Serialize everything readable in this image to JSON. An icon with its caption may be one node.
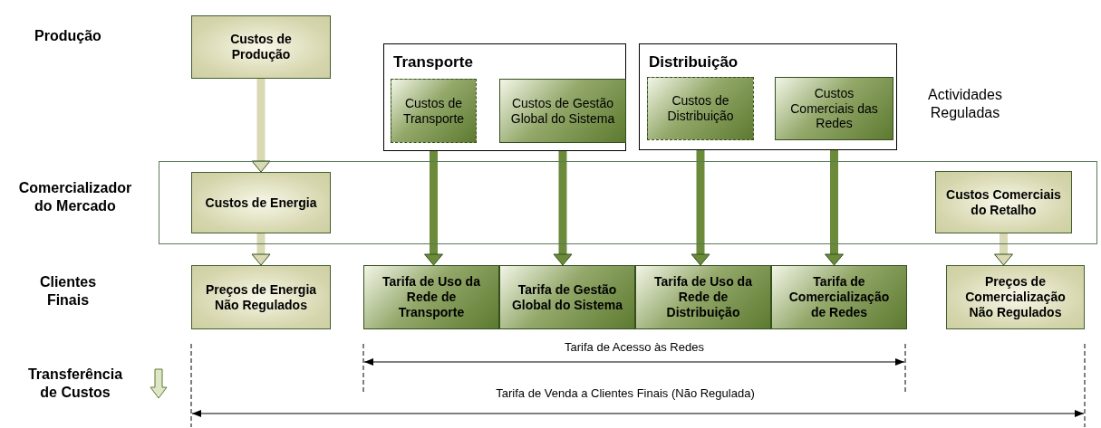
{
  "diagram": {
    "nodes": [
      {
        "text": [
          "Custos de Produção"
        ]
      },
      {
        "text": [
          "Transporte"
        ]
      },
      {
        "text": [
          "Custos de Transporte"
        ],
        "in": 1
      },
      {
        "text": [
          "Custos de Gestão Global do Sistema"
        ],
        "in": 1
      },
      {
        "text": [
          "Distribuição"
        ]
      },
      {
        "text": [
          "Custos de Distribuição"
        ],
        "in": 4
      },
      {
        "text": [
          "Custos Comerciais das Redes"
        ],
        "in": 4
      },
      {
        "text": [],
        "shape": "box"
      },
      {
        "text": [
          "Custos de Energia"
        ],
        "in": 7
      },
      {
        "text": [
          "Custos Comerciais do Retalho"
        ],
        "in": 7
      },
      {
        "text": [
          "Preços de Energia Não Regulados"
        ]
      },
      {
        "text": [
          "Tarifa de Uso da Rede de Transporte"
        ]
      },
      {
        "text": [
          "Tarifa de Gestão Global do Sistema"
        ]
      },
      {
        "text": [
          "Tarifa de Uso da Rede de Distribuição"
        ]
      },
      {
        "text": [
          "Tarifa de Comercialização de Redes"
        ]
      },
      {
        "text": [
          "Preços de Comercialização Não Regulados"
        ]
      }
    ],
    "edges": [
      {
        "from": 0,
        "to": 8,
        "arrow": "to",
        "color": "#d9d9b3"
      },
      {
        "from": 8,
        "to": 10,
        "arrow": "to",
        "color": "#d9d9b3"
      },
      {
        "from": 2,
        "to": 11,
        "arrow": "to"
      },
      {
        "from": 3,
        "to": 12,
        "arrow": "to"
      },
      {
        "from": 5,
        "to": 13,
        "arrow": "to"
      },
      {
        "from": 6,
        "to": 14,
        "arrow": "to"
      },
      {
        "from": 9,
        "to": 15,
        "arrow": "to",
        "color": "#d9d9b3"
      }
    ],
    "labels": [
      "Produção",
      "Actividades Reguladas",
      "Comercializador do Mercado",
      "Clientes Finais",
      "Tarifa de Acesso às Redes",
      "Transferência de Custos",
      "Tarifa de Venda a Clientes Finais (Não Regulada)"
    ]
  }
}
